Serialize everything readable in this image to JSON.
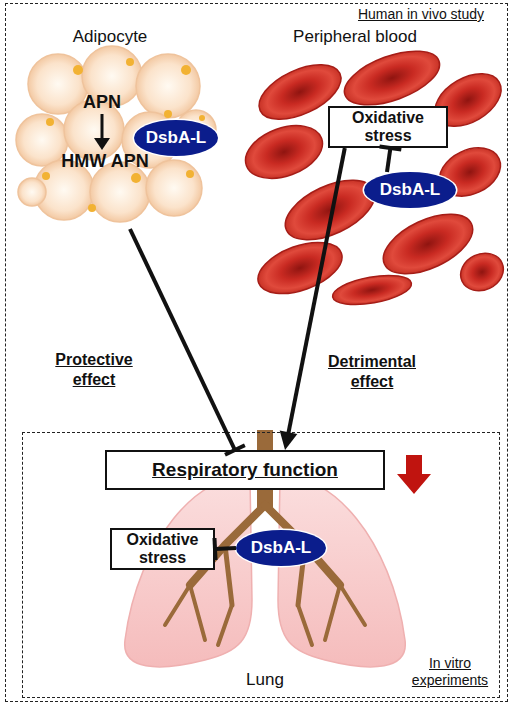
{
  "diagram": {
    "nodes": [
      {
        "text": [
          "Human in vivo study"
        ]
      },
      {
        "text": [
          "Adipocyte",
          "APN",
          "HMW APN"
        ],
        "in": 0
      },
      {
        "text": [
          "DsbA-L"
        ],
        "in": 1
      },
      {
        "text": [
          "Peripheral blood"
        ],
        "in": 0
      },
      {
        "text": [
          "Oxidative stress"
        ],
        "in": 3
      },
      {
        "text": [
          "DsbA-L"
        ],
        "in": 3
      },
      {
        "text": [
          "In vitro experiments"
        ],
        "in": 0
      },
      {
        "text": [
          "Respiratory function"
        ],
        "in": 6
      },
      {
        "text": [
          "Lung"
        ],
        "in": 6
      },
      {
        "text": [
          "Oxidative stress"
        ],
        "in": 8
      },
      {
        "text": [
          "DsbA-L"
        ],
        "in": 8
      }
    ],
    "edges": [
      {
        "from": 1,
        "to": 7,
        "arrow": "to",
        "label": "Protective effect"
      },
      {
        "from": 4,
        "to": 7,
        "arrow": "to",
        "label": "Detrimental effect"
      },
      {
        "from": 5,
        "to": 4,
        "arrow": "to"
      },
      {
        "from": 10,
        "to": 9,
        "arrow": "to"
      }
    ]
  }
}
